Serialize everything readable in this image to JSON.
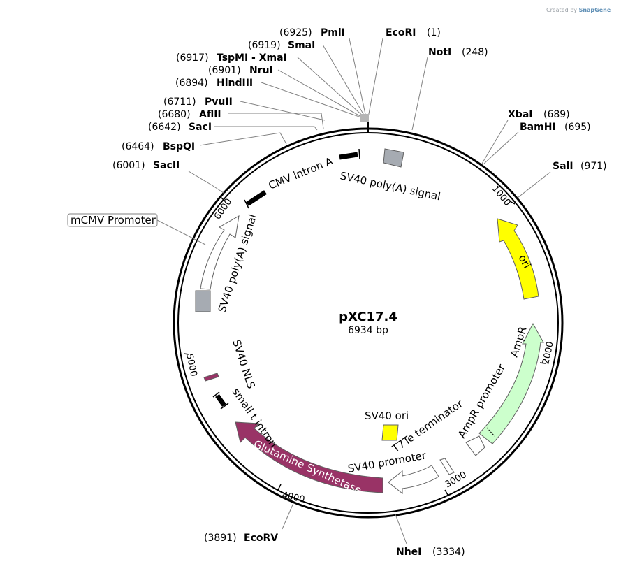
{
  "credit": {
    "prefix": "Created by",
    "brand": "SnapGene"
  },
  "map": {
    "name": "pXC17.4",
    "length_label": "6934 bp",
    "length_bp": 6934
  },
  "tick_labels": [
    "1000",
    "2000",
    "3000",
    "4000",
    "5000",
    "6000"
  ],
  "sites": [
    {
      "name": "PmlI",
      "num": "(6925)",
      "pos": 6925
    },
    {
      "name": "EcoRI",
      "num": "(1)",
      "pos": 1
    },
    {
      "name": "SmaI",
      "num": "(6919)",
      "pos": 6919
    },
    {
      "name": "NotI",
      "num": "(248)",
      "pos": 248
    },
    {
      "name": "TspMI - XmaI",
      "num": "(6917)",
      "pos": 6917
    },
    {
      "name": "NruI",
      "num": "(6901)",
      "pos": 6901
    },
    {
      "name": "HindIII",
      "num": "(6894)",
      "pos": 6894
    },
    {
      "name": "PvuII",
      "num": "(6711)",
      "pos": 6711
    },
    {
      "name": "AflII",
      "num": "(6680)",
      "pos": 6680
    },
    {
      "name": "XbaI",
      "num": "(689)",
      "pos": 689
    },
    {
      "name": "SacI",
      "num": "(6642)",
      "pos": 6642
    },
    {
      "name": "BamHI",
      "num": "(695)",
      "pos": 695
    },
    {
      "name": "BspQI",
      "num": "(6464)",
      "pos": 6464
    },
    {
      "name": "SacII",
      "num": "(6001)",
      "pos": 6001
    },
    {
      "name": "SalI",
      "num": "(971)",
      "pos": 971
    },
    {
      "name": "EcoRV",
      "num": "(3891)",
      "pos": 3891
    },
    {
      "name": "NheI",
      "num": "(3334)",
      "pos": 3334
    }
  ],
  "features": [
    {
      "label": "mCMV Promoter",
      "color": "#ffffff"
    },
    {
      "label": "CMV intron A",
      "color": "#000000"
    },
    {
      "label": "SV40 poly(A) signal",
      "color": "#a6abb2"
    },
    {
      "label": "SV40 poly(A) signal",
      "color": "#a6abb2"
    },
    {
      "label": "ori",
      "color": "#ffff00"
    },
    {
      "label": "AmpR",
      "color": "#ccffcc"
    },
    {
      "label": "AmpR promoter",
      "color": "#ffffff"
    },
    {
      "label": "T7Te terminator",
      "color": "#ffffff"
    },
    {
      "label": "SV40 ori",
      "color": "#ffff00"
    },
    {
      "label": "SV40 promoter",
      "color": "#ffffff"
    },
    {
      "label": "Glutamine Synthetase",
      "color": "#993366"
    },
    {
      "label": "small t intron",
      "color": "#000000"
    },
    {
      "label": "SV40 NLS",
      "color": "#993366"
    }
  ]
}
